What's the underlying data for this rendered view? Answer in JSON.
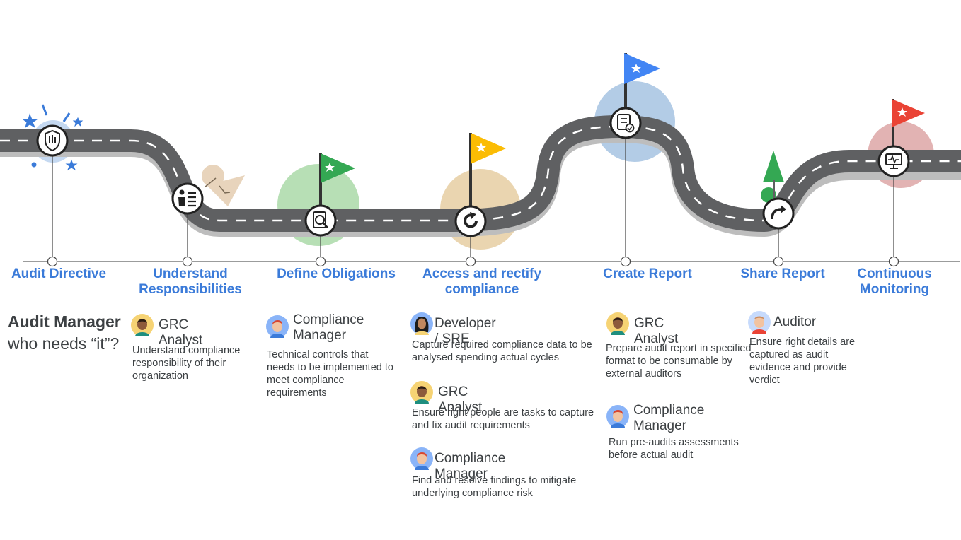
{
  "stages": [
    {
      "label": "Audit Directive",
      "icon": "shield-hand-icon"
    },
    {
      "label": "Understand Responsibilities",
      "icon": "person-list-icon"
    },
    {
      "label": "Define Obligations",
      "icon": "document-search-icon"
    },
    {
      "label": "Access and rectify compliance",
      "icon": "cycle-icon"
    },
    {
      "label": "Create Report",
      "icon": "report-check-icon"
    },
    {
      "label": "Share Report",
      "icon": "share-arrow-icon"
    },
    {
      "label": "Continuous Monitoring",
      "icon": "monitor-pulse-icon"
    }
  ],
  "heading": {
    "line1": "Audit Manager",
    "line2": "who needs “it”?"
  },
  "roles": [
    {
      "name": "GRC Analyst",
      "avatar": "dark-haired-man-avatar",
      "desc": "Understand compliance responsibility of their organization"
    },
    {
      "name": "Compliance Manager",
      "avatar": "red-haired-man-avatar",
      "desc": "Technical controls that needs to be implemented to meet compliance requirements"
    },
    {
      "name": "Developer / SRE",
      "avatar": "woman-avatar",
      "desc": "Capture required compliance data to be analysed spending actual cycles"
    },
    {
      "name": "GRC Analyst",
      "avatar": "dark-haired-man-avatar",
      "desc": "Ensure right people are tasks to capture and fix audit requirements"
    },
    {
      "name": "Compliance Manager",
      "avatar": "red-haired-man-avatar",
      "desc": "Find and resolve findings to mitigate underlying compliance risk"
    },
    {
      "name": "GRC Analyst",
      "avatar": "dark-haired-man-avatar",
      "desc": "Prepare audit report in specified format to be consumable by external auditors"
    },
    {
      "name": "Compliance Manager",
      "avatar": "red-haired-man-avatar",
      "desc": "Run pre-audits assessments before actual audit"
    },
    {
      "name": "Auditor",
      "avatar": "auditor-avatar",
      "desc": "Ensure right details are captured as audit evidence and provide verdict"
    }
  ],
  "colors": {
    "road": "#5f6062",
    "road_shadow": "#bdbdbd",
    "label_blue": "#3b7bd9",
    "flag_green": "#34a853",
    "flag_yellow": "#fbbc04",
    "flag_blue": "#4285f4",
    "flag_red": "#ea4335"
  }
}
